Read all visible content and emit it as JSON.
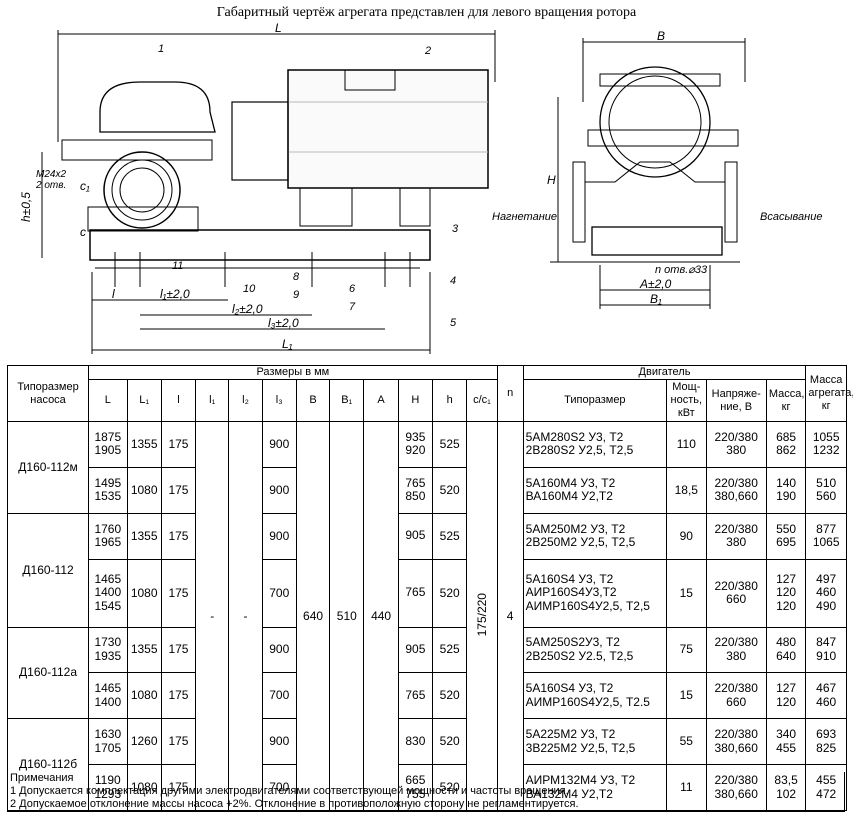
{
  "title": "Габаритный чертёж агрегата представлен для левого вращения ротора",
  "drawing": {
    "dim_labels": {
      "L": "L",
      "B": "B",
      "H": "H",
      "h05": "h±0,5",
      "c": "c",
      "c1": "c₁",
      "m24": "M24x2",
      "otv2": "2 отв.",
      "l": "l",
      "l1": "l₁±2,0",
      "l2": "l₂±2,0",
      "l3": "l₃±2,0",
      "L1": "L₁",
      "A": "A±2,0",
      "B1": "B₁",
      "n_otv": "n отв.⌀33"
    },
    "callouts": [
      "1",
      "2",
      "3",
      "4",
      "5",
      "6",
      "7",
      "8",
      "9",
      "10",
      "11"
    ],
    "nagnetanie": "Нагнетание",
    "vsasyvanie": "Всасывание"
  },
  "table": {
    "h_tiporazmer": "Типоразмер насоса",
    "h_razmery": "Размеры в мм",
    "h_n": "n",
    "h_dvigatel": "Двигатель",
    "h_massa_agr": "Масса агрегата, кг",
    "cols": [
      "L",
      "L₁",
      "l",
      "l₁",
      "l₂",
      "l₃",
      "B",
      "B₁",
      "A",
      "H",
      "h",
      "c/c₁"
    ],
    "dcols": [
      "Типоразмер",
      "Мощ-ность, кВт",
      "Напряже-ние, В",
      "Масса, кг"
    ],
    "common": {
      "l1": "-",
      "l2": "-",
      "B": "640",
      "B1": "510",
      "A": "440",
      "cc1": "175/220",
      "n": "4"
    },
    "groups": [
      {
        "name": "Д160-112м",
        "blocks": [
          {
            "L": [
              "1875",
              "1905"
            ],
            "L1": "1355",
            "l": "175",
            "l3": "900",
            "H": [
              "935",
              "920"
            ],
            "h": "525",
            "motors": [
              "5AM280S2 У3, Т2",
              "2В280S2 У2,5, Т2,5"
            ],
            "power": "110",
            "volt": [
              "220/380",
              "380"
            ],
            "mmass": [
              "685",
              "862"
            ],
            "amass": [
              "1055",
              "1232"
            ]
          },
          {
            "L": [
              "1495",
              "1535"
            ],
            "L1": "1080",
            "l": "175",
            "l3": "900",
            "H": [
              "765",
              "850"
            ],
            "h": "520",
            "motors": [
              "5А160М4 У3, Т2",
              "ВА160М4 У2,Т2"
            ],
            "power": "18,5",
            "volt": [
              "220/380",
              "380,660"
            ],
            "mmass": [
              "140",
              "190"
            ],
            "amass": [
              "510",
              "560"
            ]
          }
        ]
      },
      {
        "name": "Д160-112",
        "blocks": [
          {
            "L": [
              "1760",
              "1965"
            ],
            "L1": "1355",
            "l": "175",
            "l3": "900",
            "H": [
              "905"
            ],
            "h": "525",
            "motors": [
              "5АМ250М2 У3, Т2",
              "2В250М2 У2,5, Т2,5"
            ],
            "power": "90",
            "volt": [
              "220/380",
              "380"
            ],
            "mmass": [
              "550",
              "695"
            ],
            "amass": [
              "877",
              "1065"
            ]
          },
          {
            "L": [
              "1465",
              "1400",
              "1545"
            ],
            "L1": "1080",
            "l": "175",
            "l3": "700",
            "H": [
              "765"
            ],
            "h": "520",
            "motors": [
              "5А160S4 У3, Т2",
              "АИР160S4У3,Т2",
              "АИМР160S4У2,5, Т2,5"
            ],
            "power": "15",
            "volt": [
              "220/380",
              "660"
            ],
            "mmass": [
              "127",
              "120",
              "120"
            ],
            "amass": [
              "497",
              "460",
              "490"
            ]
          }
        ]
      },
      {
        "name": "Д160-112а",
        "blocks": [
          {
            "L": [
              "1730",
              "1935"
            ],
            "L1": "1355",
            "l": "175",
            "l3": "900",
            "H": [
              "905"
            ],
            "h": "525",
            "motors": [
              "5АМ250S2У3, Т2",
              "2В250S2 У2.5, Т2,5"
            ],
            "power": "75",
            "volt": [
              "220/380",
              "380"
            ],
            "mmass": [
              "480",
              "640"
            ],
            "amass": [
              "847",
              "910"
            ]
          },
          {
            "L": [
              "1465",
              "1400"
            ],
            "L1": "1080",
            "l": "175",
            "l3": "700",
            "H": [
              "765"
            ],
            "h": "520",
            "motors": [
              "5А160S4 У3, Т2",
              "АИМР160S4У2,5, Т2.5"
            ],
            "power": "15",
            "volt": [
              "220/380",
              "660"
            ],
            "mmass": [
              "127",
              "120"
            ],
            "amass": [
              "467",
              "460"
            ]
          }
        ]
      },
      {
        "name": "Д160-112б",
        "blocks": [
          {
            "L": [
              "1630",
              "1705"
            ],
            "L1": "1260",
            "l": "175",
            "l3": "900",
            "H": [
              "830"
            ],
            "h": "520",
            "motors": [
              "5А225М2 У3, Т2",
              "3В225М2 У2,5, Т2,5"
            ],
            "power": "55",
            "volt": [
              "220/380",
              "380,660"
            ],
            "mmass": [
              "340",
              "455"
            ],
            "amass": [
              "693",
              "825"
            ]
          },
          {
            "L": [
              "1190",
              "1293"
            ],
            "L1": "1080",
            "l": "175",
            "l3": "700",
            "H": [
              "665",
              "755"
            ],
            "h": "520",
            "motors": [
              "АИРМ132М4 У3, Т2",
              "ВА132М4 У2,Т2"
            ],
            "power": "11",
            "volt": [
              "220/380",
              "380,660"
            ],
            "mmass": [
              "83,5",
              "102"
            ],
            "amass": [
              "455",
              "472"
            ]
          }
        ]
      }
    ]
  },
  "notes": {
    "title": "Примечания",
    "items": [
      "1 Допускается комплектация другими электродвигателями соответствующей мощности и частоты вращения.",
      "2 Допускаемое отклонение массы насоса +2%. Отклонение в противоположную сторону не регламентируется."
    ]
  }
}
